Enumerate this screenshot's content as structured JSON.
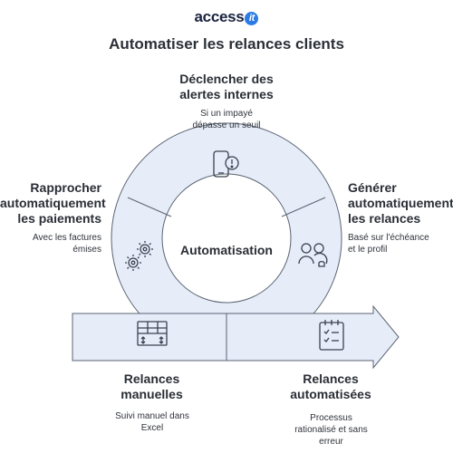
{
  "logo": {
    "text": "access",
    "mark": "it"
  },
  "title": "Automatiser les relances clients",
  "center_label": "Automatisation",
  "steps": {
    "top": {
      "title": "Déclencher des alertes internes",
      "desc": "Si un impayé dépasse un seuil",
      "icon": "phone-alert-icon"
    },
    "left": {
      "title": "Rapprocher automatiquement les paiements",
      "desc": "Avec les factures émises",
      "icon": "gears-icon"
    },
    "right": {
      "title": "Générer automatiquement les relances",
      "desc": "Basé sur l'échéance et le profil",
      "icon": "users-icon"
    },
    "bottom_left": {
      "title": "Relances manuelles",
      "desc": "Suivi manuel dans Excel",
      "icon": "spreadsheet-icon"
    },
    "bottom_right": {
      "title": "Relances automatisées",
      "desc": "Processus rationalisé et sans erreur",
      "icon": "checklist-icon"
    }
  },
  "colors": {
    "fill": "#e6ecf8",
    "stroke": "#5b6472",
    "icon": "#3a4150"
  }
}
